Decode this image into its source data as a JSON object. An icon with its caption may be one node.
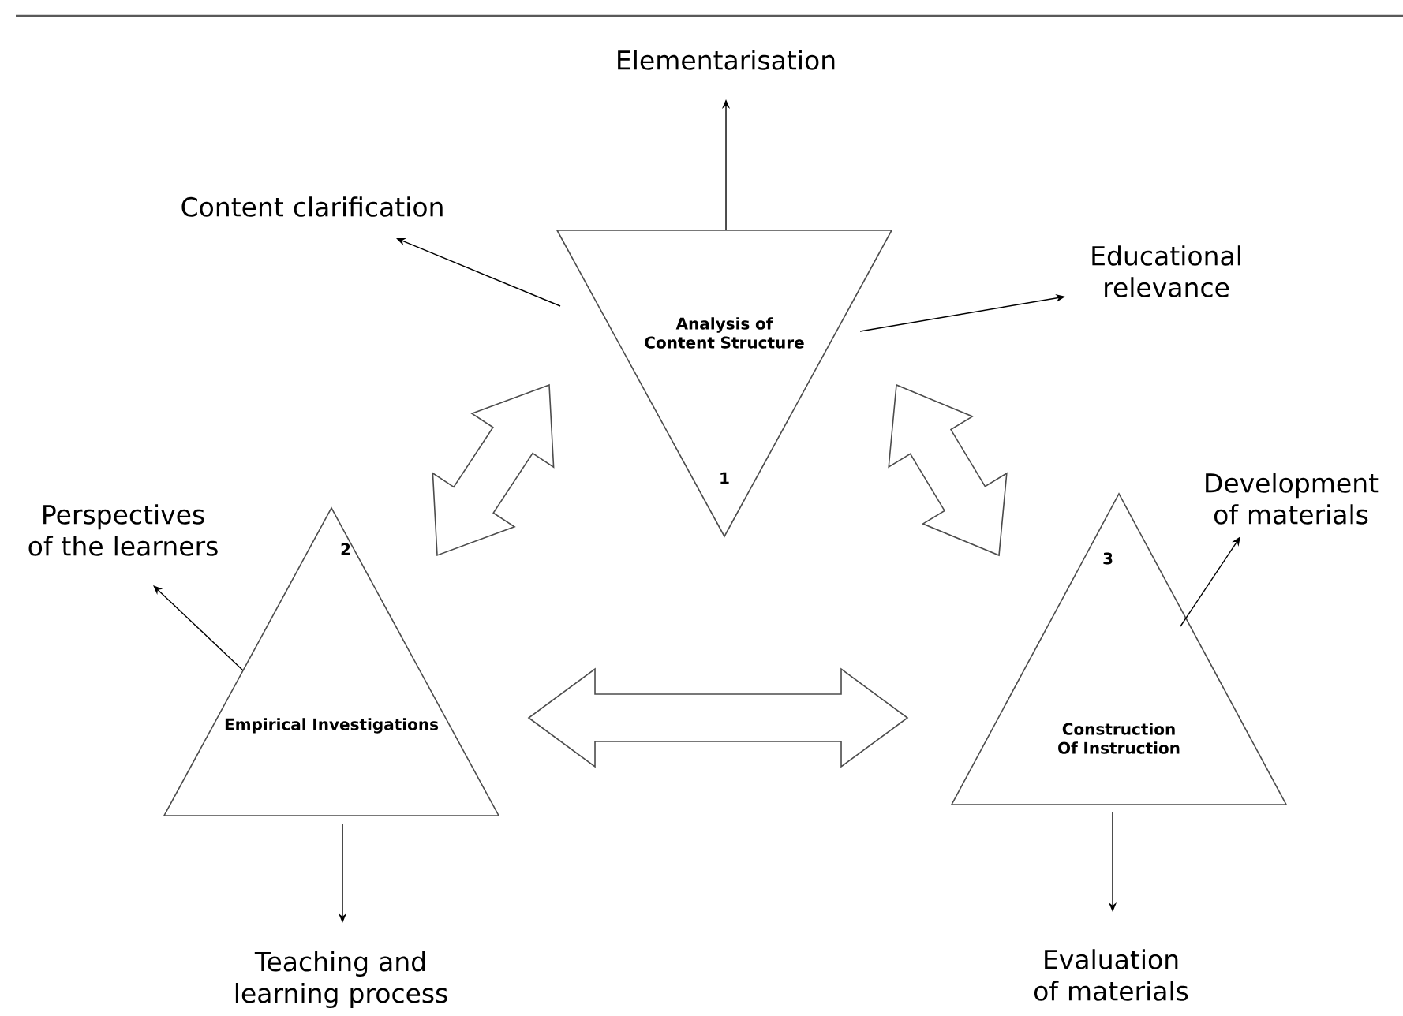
{
  "diagram": {
    "nodes": [
      {
        "text": [
          "Analysis of Content Structure",
          "1"
        ]
      },
      {
        "text": [
          "2",
          "Empirical Investigations"
        ]
      },
      {
        "text": [
          "3",
          "Construction Of Instruction"
        ]
      },
      {
        "text": [
          "Elementarisation"
        ]
      },
      {
        "text": [
          "Content clarification"
        ]
      },
      {
        "text": [
          "Educational relevance"
        ]
      },
      {
        "text": [
          "Perspectives of the learners"
        ]
      },
      {
        "text": [
          "Development of materials"
        ]
      },
      {
        "text": [
          "Teaching and learning process"
        ]
      },
      {
        "text": [
          "Evaluation of materials"
        ]
      }
    ],
    "edges": [
      {
        "from": 0,
        "to": 1,
        "arrow": "both",
        "style": "thick"
      },
      {
        "from": 0,
        "to": 2,
        "arrow": "both",
        "style": "thick"
      },
      {
        "from": 1,
        "to": 2,
        "arrow": "both",
        "style": "thick"
      },
      {
        "from": 0,
        "to": 3,
        "arrow": "to"
      },
      {
        "from": 0,
        "to": 4,
        "arrow": "to"
      },
      {
        "from": 0,
        "to": 5,
        "arrow": "to"
      },
      {
        "from": 1,
        "to": 6,
        "arrow": "to"
      },
      {
        "from": 2,
        "to": 7,
        "arrow": "to"
      },
      {
        "from": 1,
        "to": 8,
        "arrow": "to"
      },
      {
        "from": 2,
        "to": 9,
        "arrow": "to"
      }
    ]
  }
}
